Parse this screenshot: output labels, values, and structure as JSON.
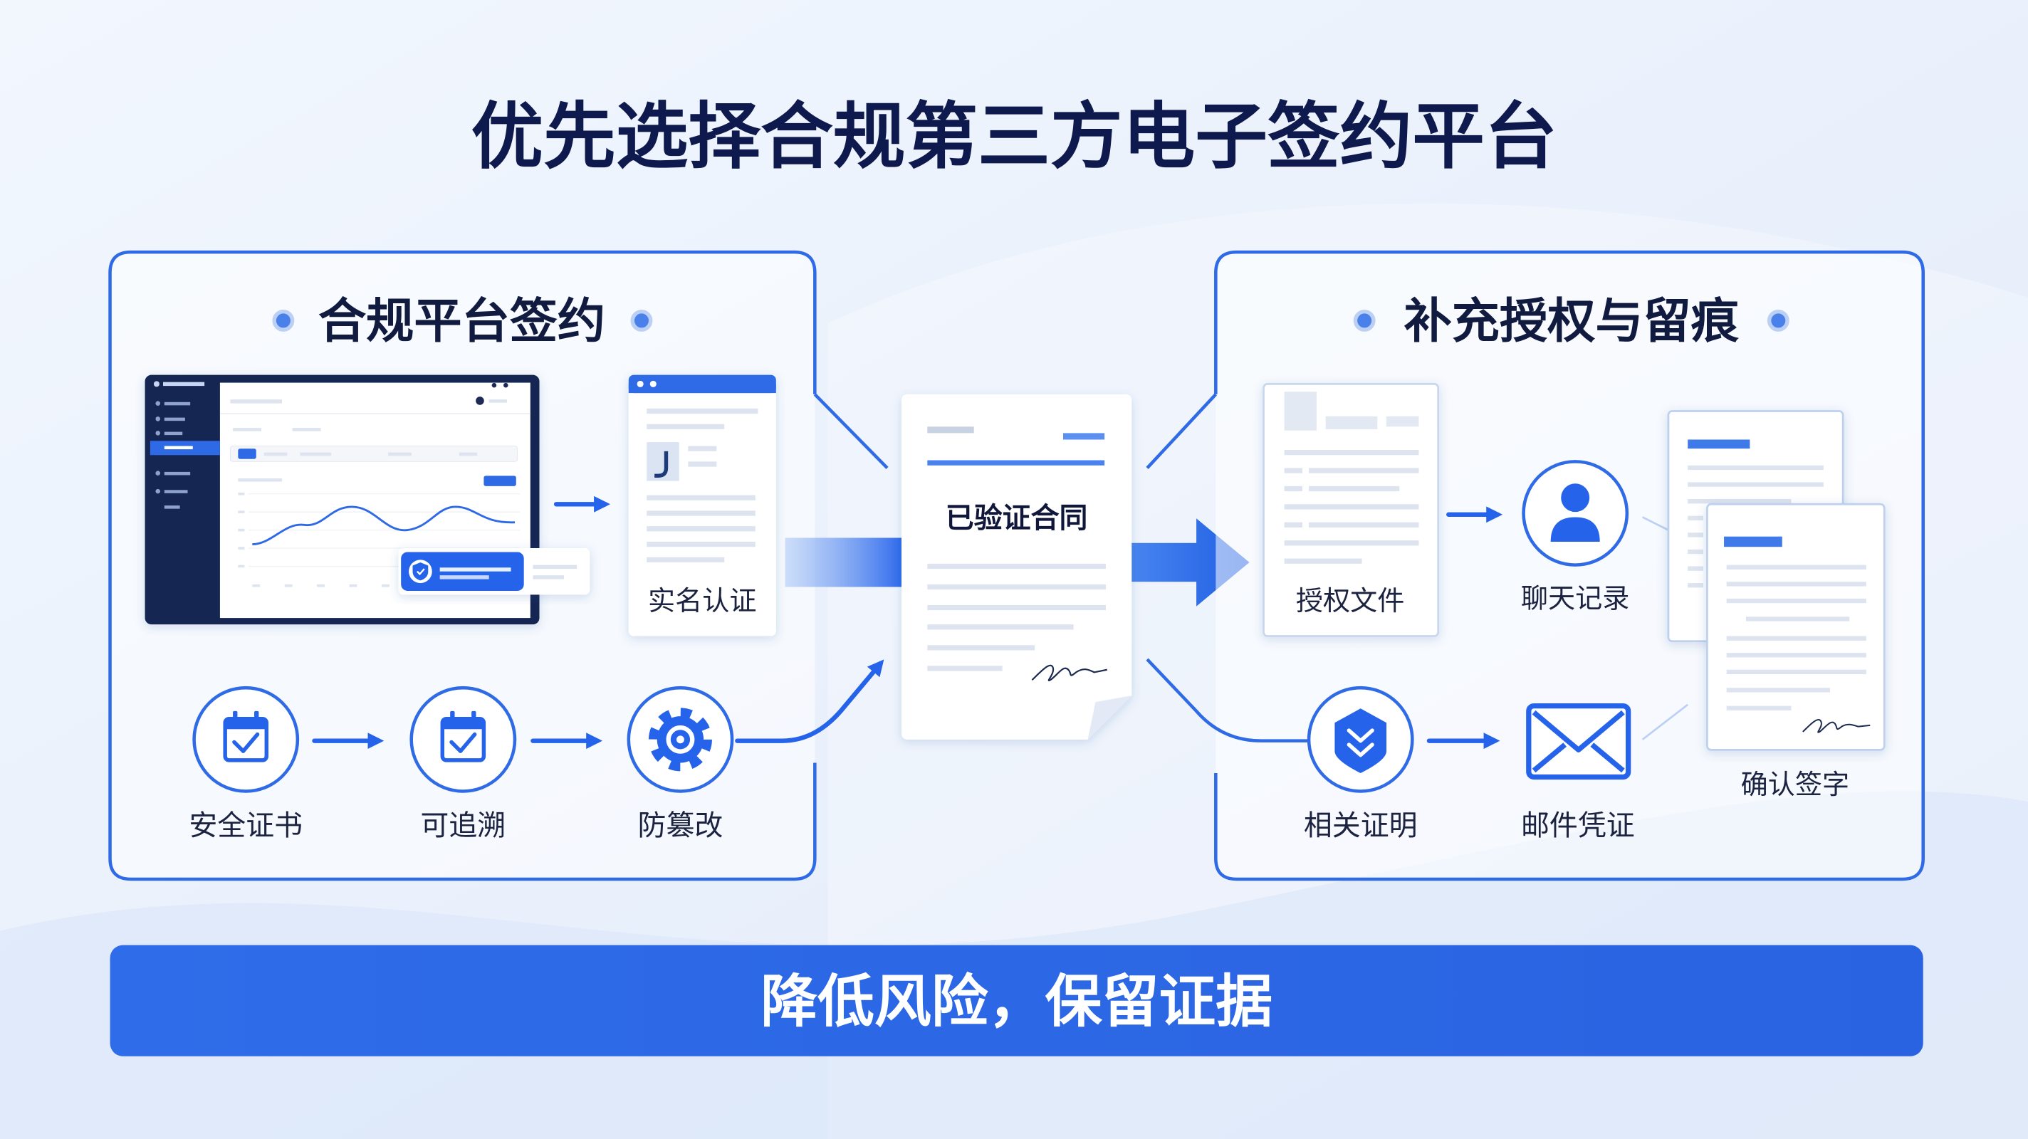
{
  "title": "优先选择合规第三方电子签约平台",
  "colors": {
    "accent": "#2563eb",
    "title": "#0e1a4d",
    "text": "#1c2341",
    "panel_border": "#2f6be6",
    "banner": "#2c67e6",
    "background": "#eaf1fb"
  },
  "left_panel": {
    "heading": "合规平台签约",
    "dashboard_icon": "dashboard-screenshot",
    "id_verification": {
      "label": "实名认证",
      "icon": "id-card-document-icon"
    },
    "features": [
      {
        "label": "安全证书",
        "icon": "calendar-check-icon"
      },
      {
        "label": "可追溯",
        "icon": "calendar-check-icon"
      },
      {
        "label": "防篡改",
        "icon": "gear-icon"
      }
    ]
  },
  "center": {
    "document_title": "已验证合同",
    "icon": "signed-contract-document-icon"
  },
  "right_panel": {
    "heading": "补充授权与留痕",
    "items": [
      {
        "label": "授权文件",
        "icon": "document-icon"
      },
      {
        "label": "聊天记录",
        "icon": "user-icon"
      },
      {
        "label": "确认签字",
        "icon": "signed-documents-icon"
      },
      {
        "label": "相关证明",
        "icon": "shield-chevron-icon"
      },
      {
        "label": "邮件凭证",
        "icon": "envelope-icon"
      }
    ]
  },
  "banner": {
    "text": "降低风险，保留证据"
  }
}
